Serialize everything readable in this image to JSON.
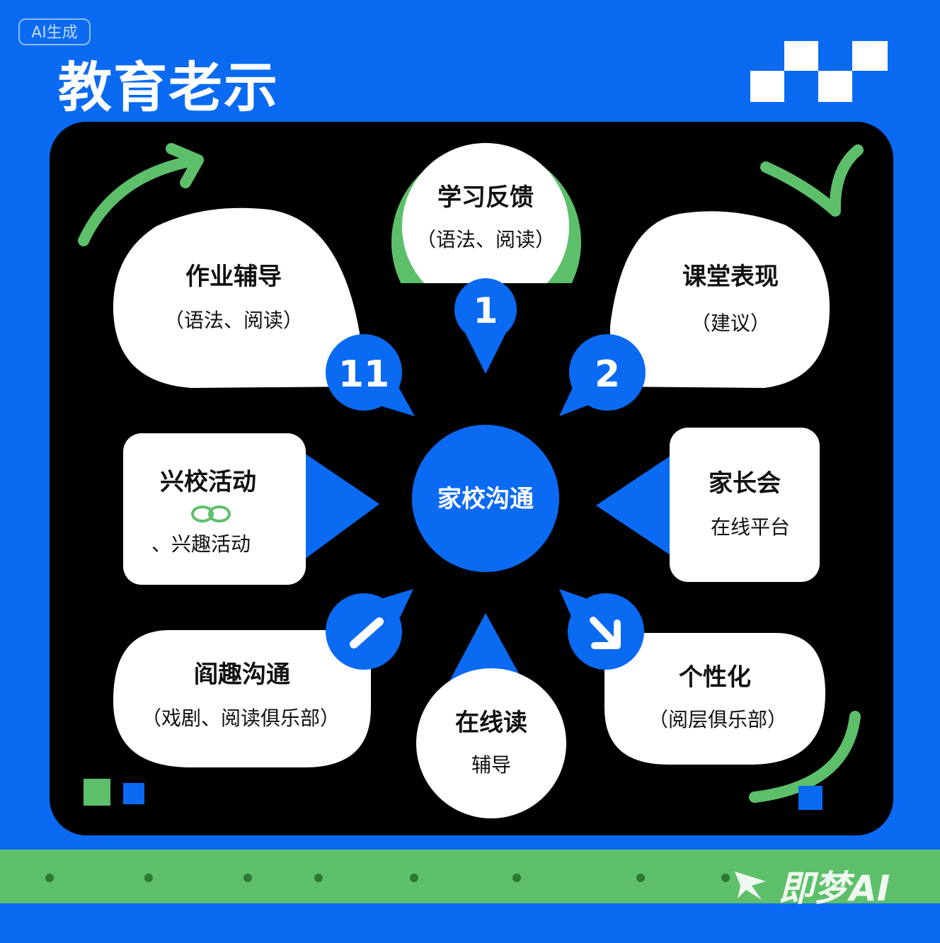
{
  "badge": "AI生成",
  "title": "教育老示",
  "center": {
    "label": "家校沟通"
  },
  "nodes": {
    "top": {
      "number": "1",
      "title": "学习反馈",
      "sub": "（语法、阅读）"
    },
    "top_left": {
      "number": "11",
      "title": "作业辅导",
      "sub": "（语法、阅读）"
    },
    "top_right": {
      "number": "2",
      "title": "课堂表现",
      "sub": "（建议）"
    },
    "left": {
      "title": "兴校活动",
      "sub": "、兴趣活动"
    },
    "right": {
      "title": "家长会",
      "sub": "在线平台"
    },
    "bottom_left": {
      "title": "阎趣沟通",
      "sub": "（戏剧、阅读俱乐部）"
    },
    "bottom": {
      "title": "在线读",
      "sub": "辅导"
    },
    "bottom_right": {
      "title": "个性化",
      "sub": "（阅层俱乐部）"
    }
  },
  "icons": {
    "bottom_left_badge": "slash-icon",
    "bottom_right_badge": "arrow-down-right-icon",
    "left_extra": "infinity-icon"
  },
  "watermark": "即梦AI",
  "colors": {
    "blue": "#0a6af2",
    "green": "#5dbf6a",
    "black": "#000000",
    "white": "#ffffff"
  }
}
